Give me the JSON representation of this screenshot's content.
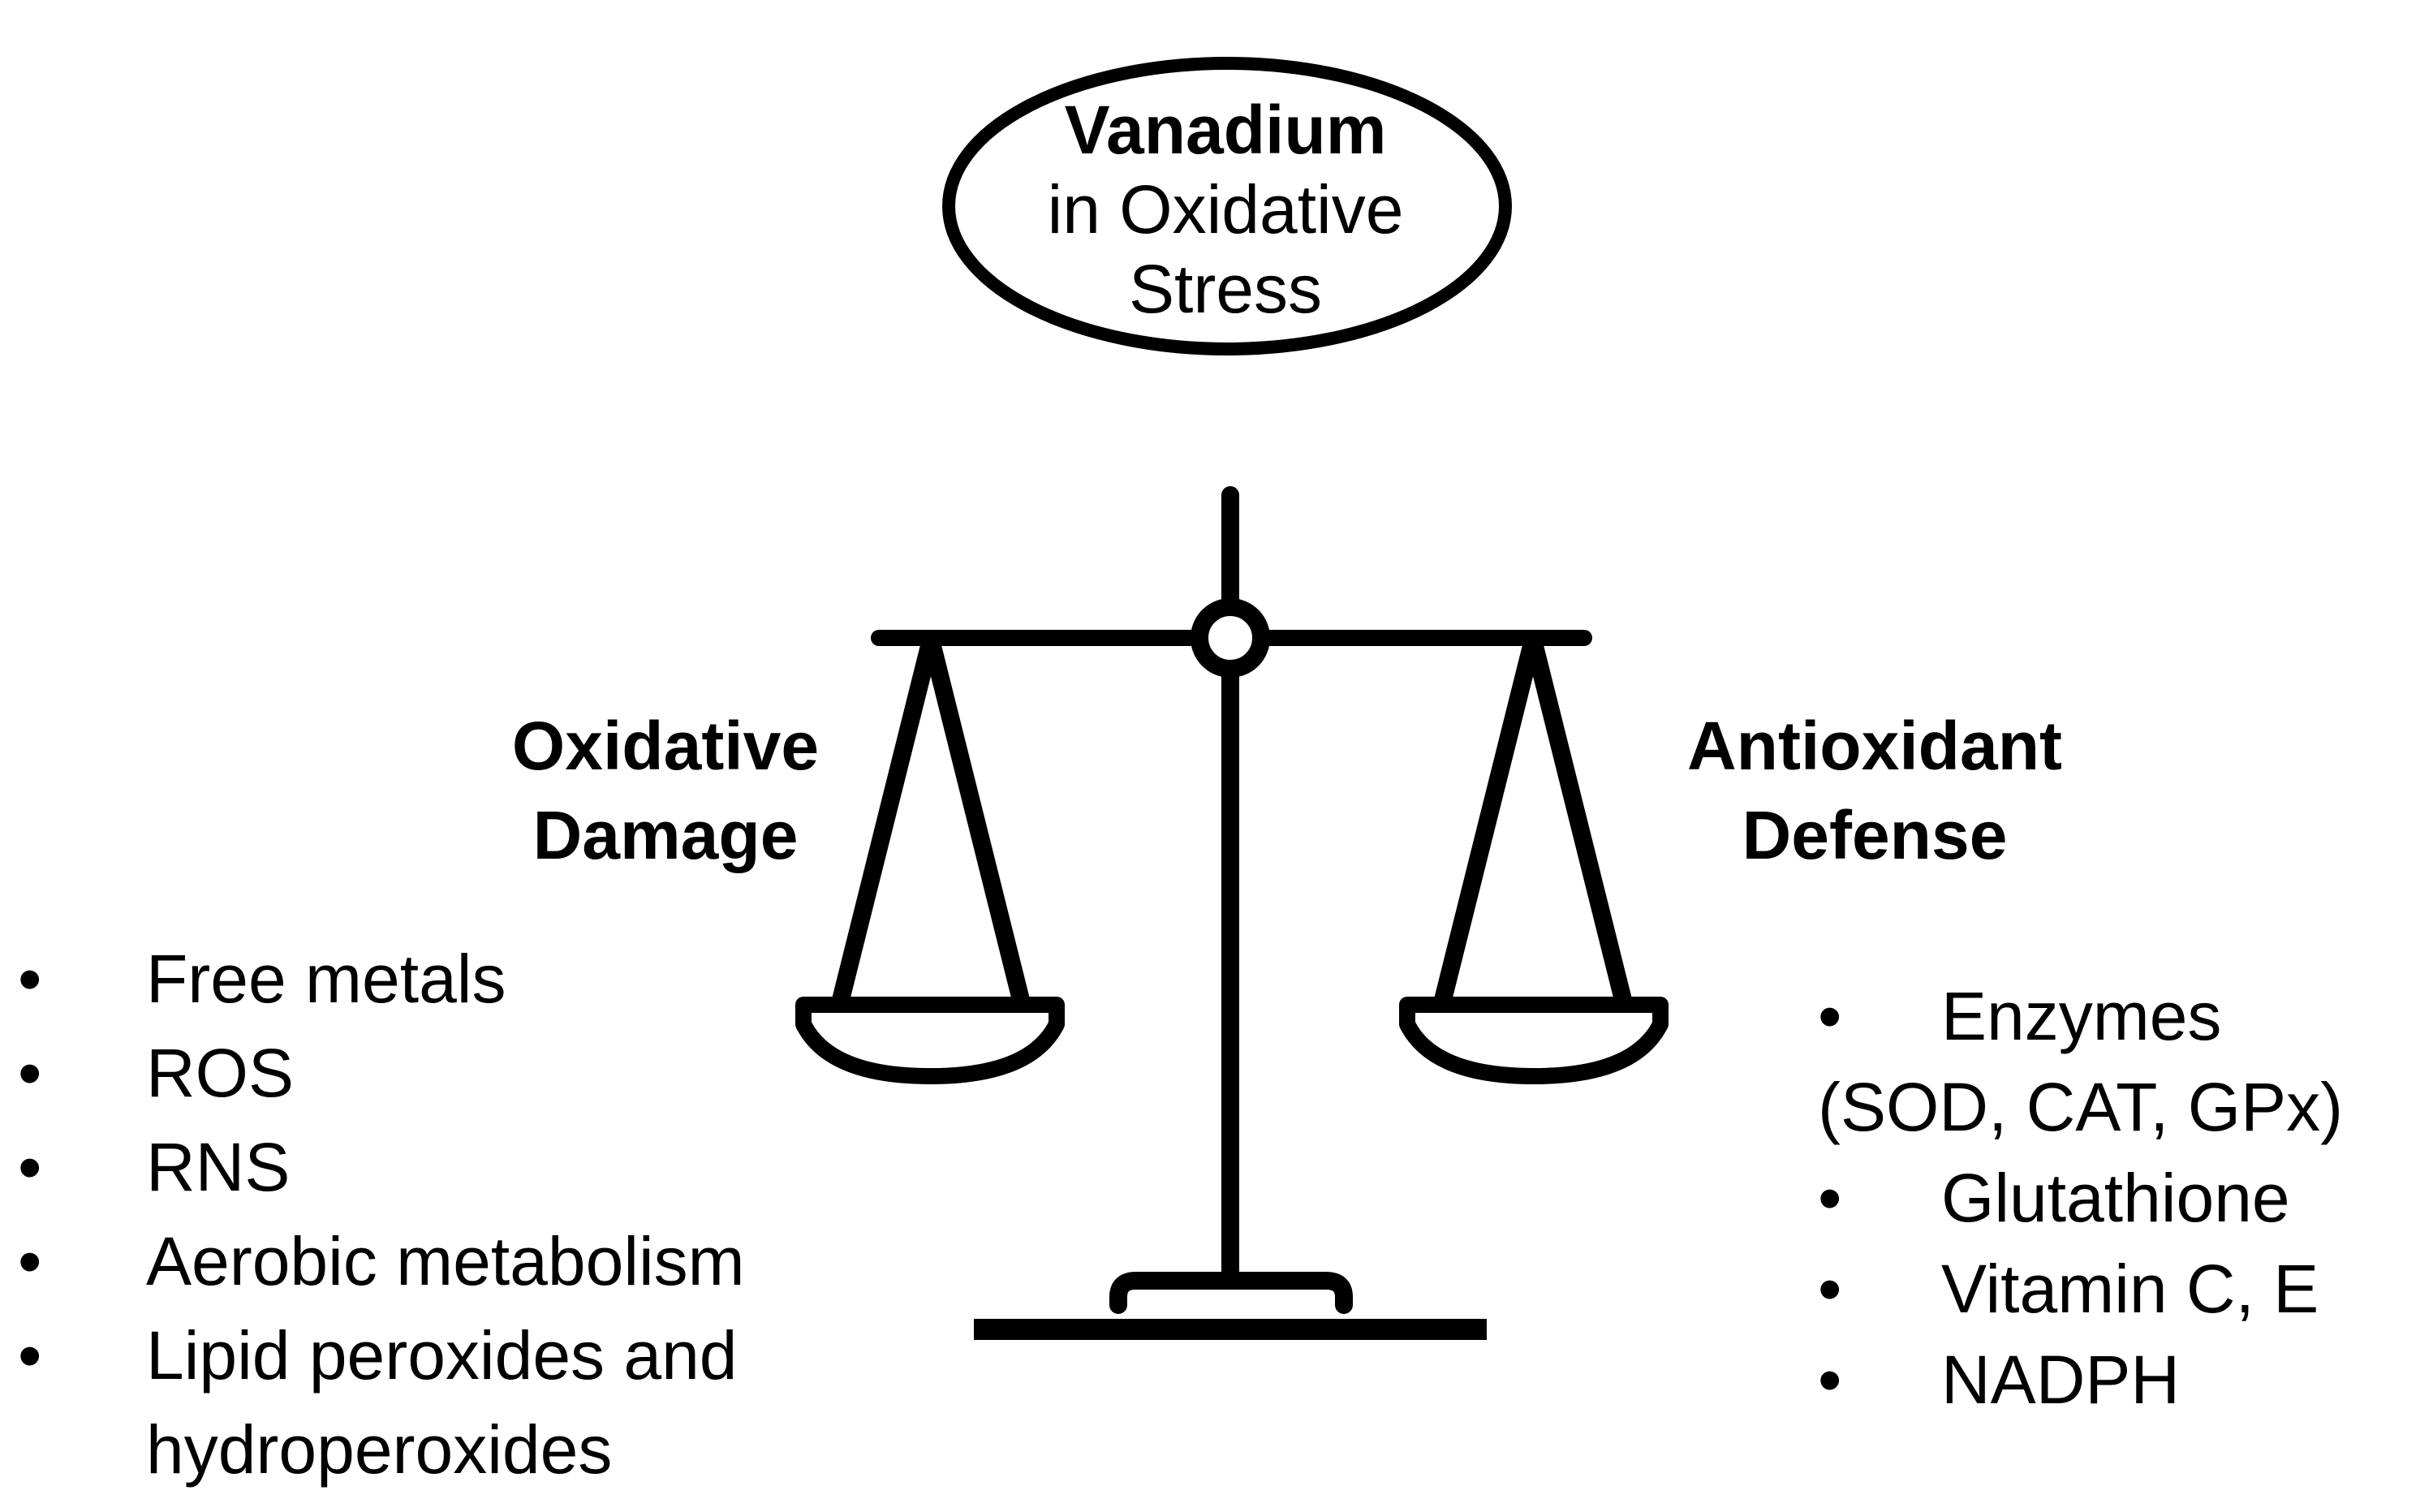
{
  "title": {
    "line1": "Vanadium",
    "line2": "in Oxidative",
    "line3": "Stress"
  },
  "left": {
    "heading_line1": "Oxidative",
    "heading_line2": "Damage",
    "bullet": "•",
    "items": [
      "Free metals",
      "ROS",
      "RNS",
      "Aerobic metabolism",
      "Lipid peroxides and",
      "hydroperoxides"
    ]
  },
  "right": {
    "heading_line1": "Antioxidant",
    "heading_line2": "Defense",
    "bullet": "•",
    "items": [
      "Enzymes",
      "(SOD, CAT, GPx)",
      "Glutathione",
      "Vitamin C, E",
      "NADPH"
    ]
  },
  "colors": {
    "ink": "#000000",
    "background": "#ffffff"
  }
}
